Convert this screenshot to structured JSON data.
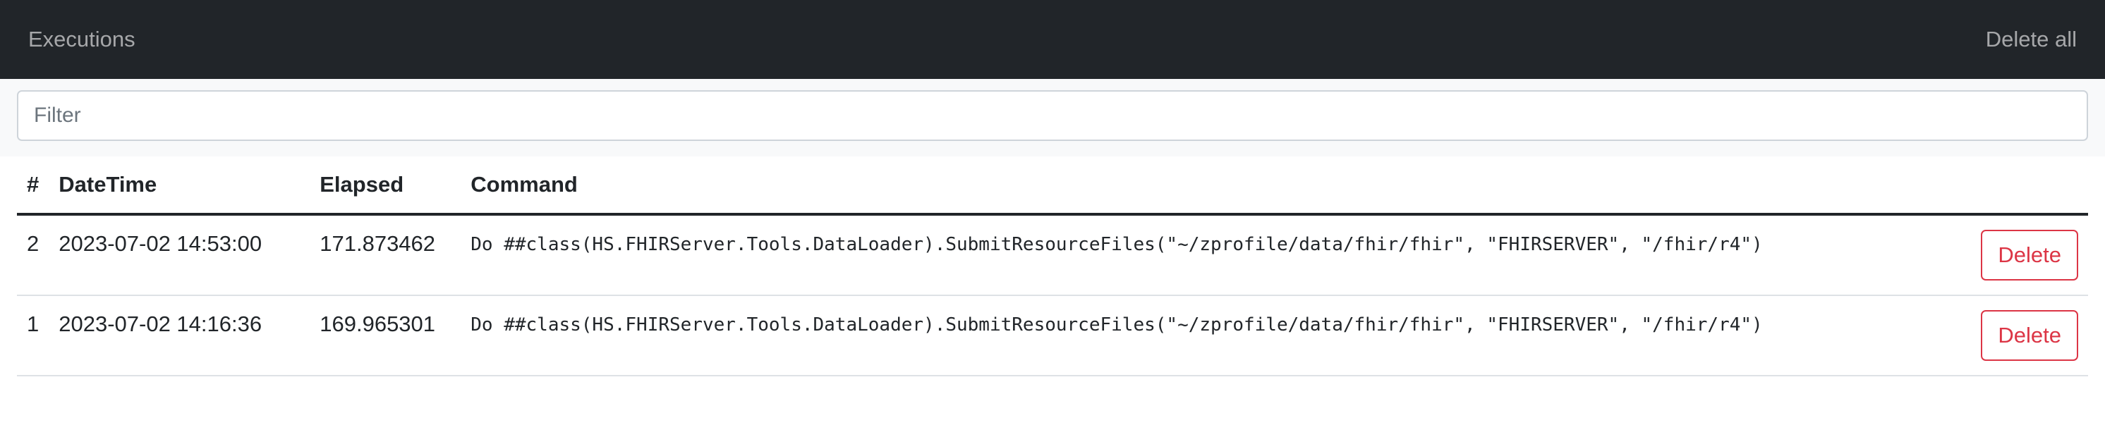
{
  "navbar": {
    "brand": "Executions",
    "delete_all": "Delete all"
  },
  "filter": {
    "placeholder": "Filter",
    "value": ""
  },
  "table": {
    "headers": {
      "num": "#",
      "datetime": "DateTime",
      "elapsed": "Elapsed",
      "command": "Command"
    },
    "rows": [
      {
        "num": "2",
        "datetime": "2023-07-02 14:53:00",
        "elapsed": "171.873462",
        "command": "Do ##class(HS.FHIRServer.Tools.DataLoader).SubmitResourceFiles(\"~/zprofile/data/fhir/fhir\", \"FHIRSERVER\", \"/fhir/r4\")",
        "action": "Delete"
      },
      {
        "num": "1",
        "datetime": "2023-07-02 14:16:36",
        "elapsed": "169.965301",
        "command": "Do ##class(HS.FHIRServer.Tools.DataLoader).SubmitResourceFiles(\"~/zprofile/data/fhir/fhir\", \"FHIRSERVER\", \"/fhir/r4\")",
        "action": "Delete"
      }
    ]
  },
  "colors": {
    "navbar_bg": "#212529",
    "danger": "#dc3545",
    "filter_bg": "#f8f9fa"
  }
}
